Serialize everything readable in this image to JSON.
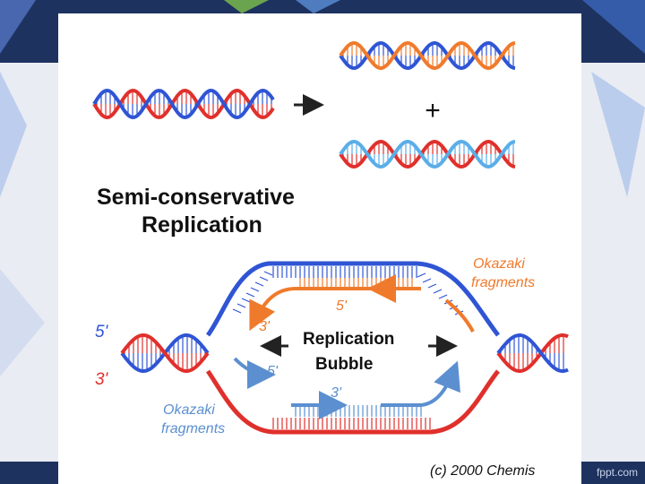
{
  "diagram": {
    "plus_sign": "+",
    "title_line1": "Semi-conservative",
    "title_line2": "Replication",
    "label_5prime_left": "5'",
    "label_3prime_left": "3'",
    "label_5prime_top": "5'",
    "label_3prime_top": "3'",
    "label_5prime_bottom": "5'",
    "label_3prime_bottom": "3'",
    "bubble_line1": "Replication",
    "bubble_line2": "Bubble",
    "okazaki_top_line1": "Okazaki",
    "okazaki_top_line2": "fragments",
    "okazaki_bottom_line1": "Okazaki",
    "okazaki_bottom_line2": "fragments",
    "copyright": "(c) 2000 Chemis"
  },
  "footer": {
    "site": "fppt.com"
  },
  "colors": {
    "blue_strand": "#2f55d4",
    "red_strand": "#e0302c",
    "orange_new": "#f07a2c",
    "light_blue_new": "#5aaee8",
    "okazaki_orange": "#f07a2c",
    "okazaki_blue": "#5b8fd0",
    "background": "#1f3360"
  }
}
